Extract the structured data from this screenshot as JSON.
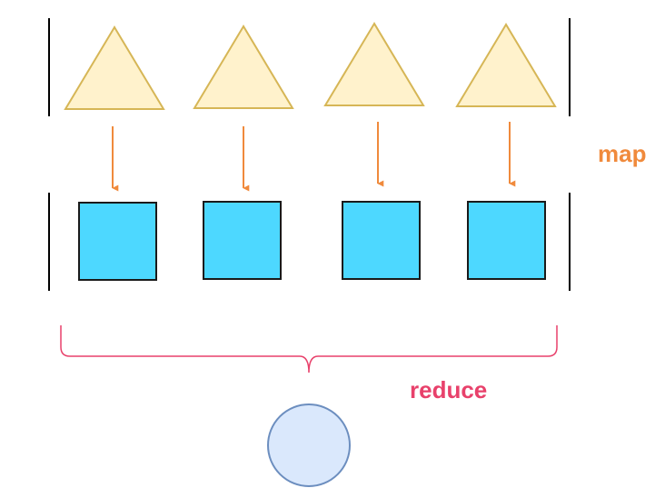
{
  "labels": {
    "map": "map",
    "reduce": "reduce"
  },
  "colors": {
    "triangle_fill": "#fff2cc",
    "triangle_stroke": "#d6b656",
    "square_fill": "#4dd8ff",
    "square_stroke": "#1a1a1a",
    "arrow": "#f08a3c",
    "map_label": "#f08a3c",
    "reduce_label": "#e8416b",
    "brace": "#e8416b",
    "circle_fill": "#dae8fc",
    "circle_stroke": "#6c8ebf",
    "bracket": "#000000"
  },
  "diagram": {
    "input_shape": "triangle",
    "mapped_shape": "square",
    "output_shape": "circle",
    "item_count": 4
  }
}
